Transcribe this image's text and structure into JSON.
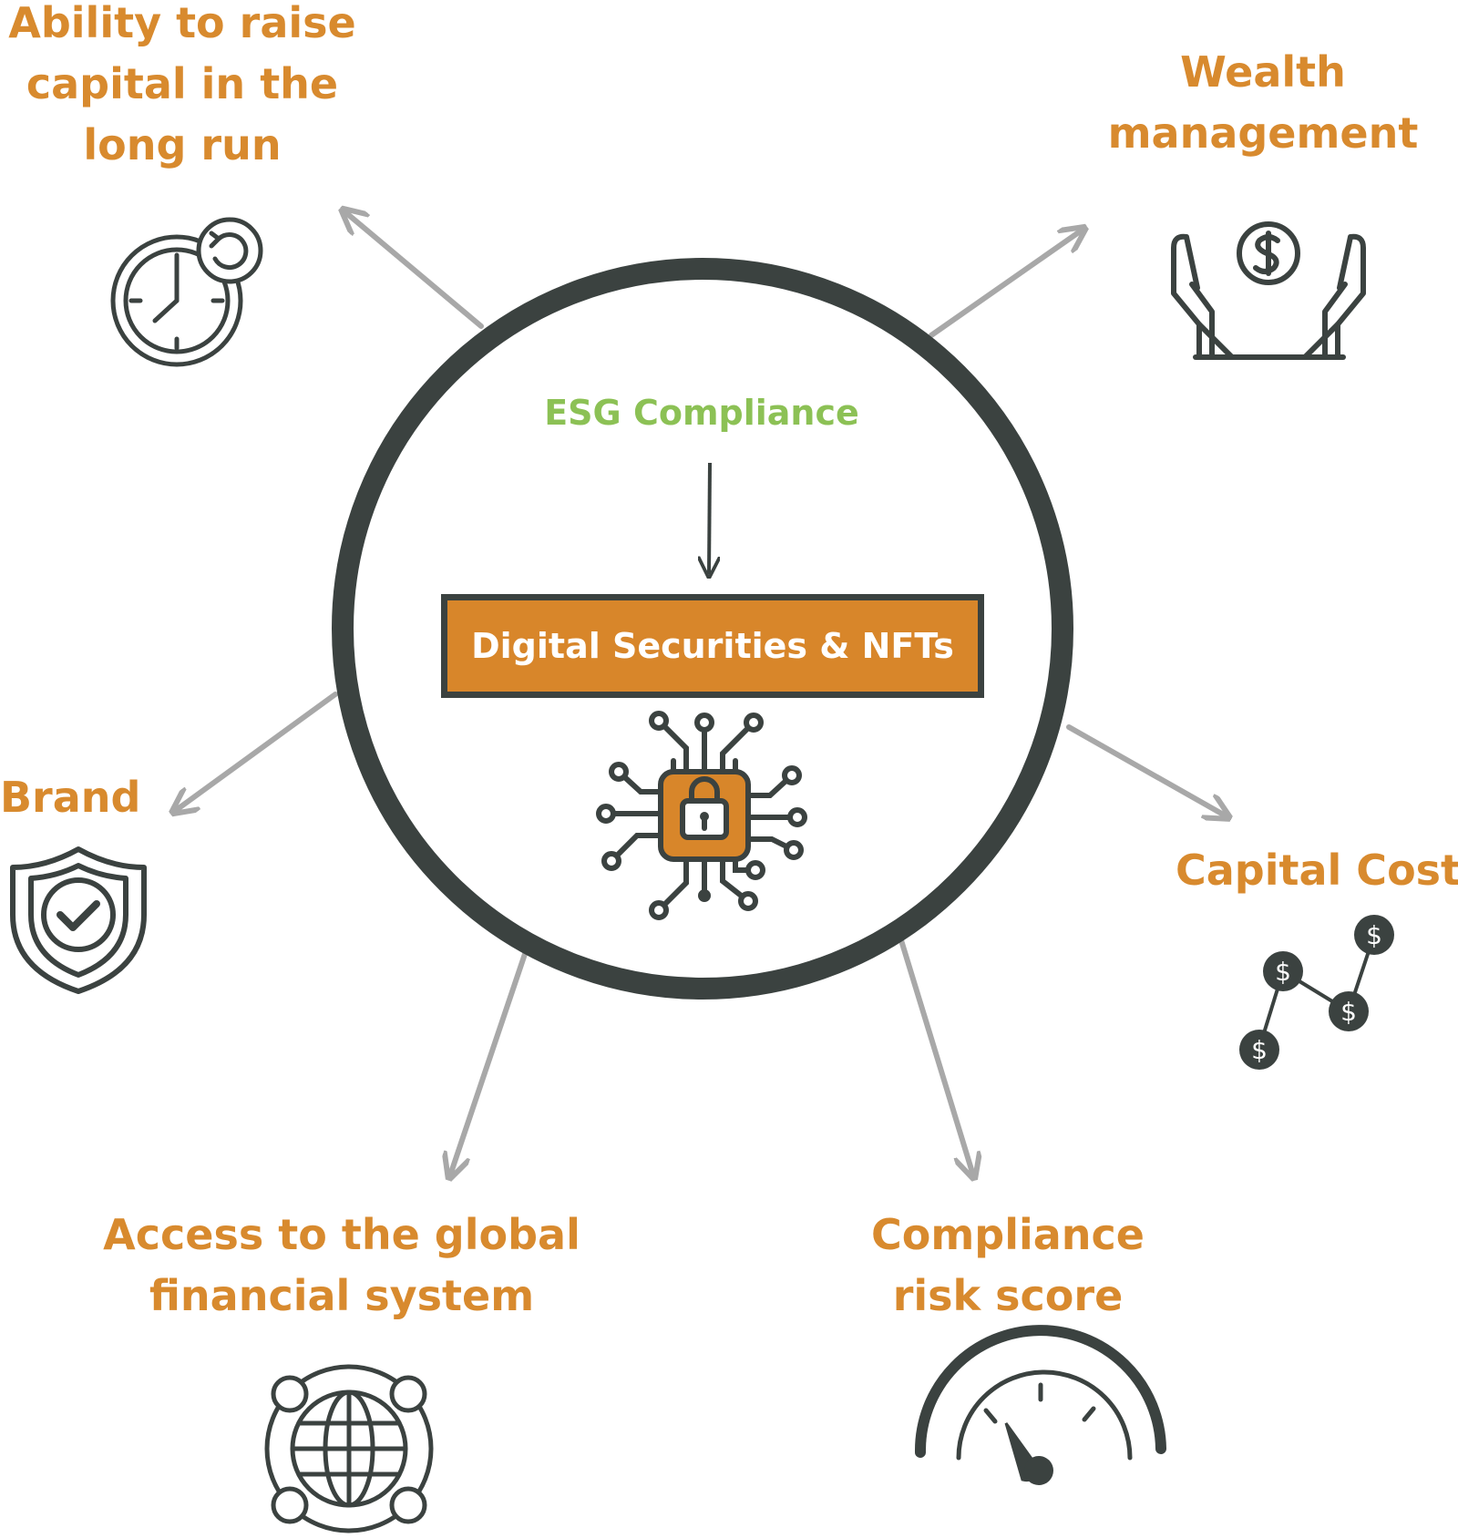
{
  "diagram": {
    "center": {
      "esg_label": "ESG Compliance",
      "box_label": "Digital Securities & NFTs",
      "icon": "chip-lock-icon"
    },
    "benefits": [
      {
        "label": "Ability to raise capital in the long run",
        "icon": "clock-refresh-icon"
      },
      {
        "label": "Wealth management",
        "icon": "hands-dollar-icon"
      },
      {
        "label": "Brand",
        "icon": "shield-check-icon"
      },
      {
        "label": "Capital Cost",
        "icon": "dollar-trend-icon"
      },
      {
        "label": "Access to the global financial system",
        "icon": "globe-network-icon"
      },
      {
        "label": "Compliance risk score",
        "icon": "gauge-icon"
      }
    ]
  },
  "colors": {
    "orange": "#d88a2e",
    "green": "#8cc155",
    "dark": "#3b4240",
    "arrow_gray": "#a8a8a8"
  }
}
